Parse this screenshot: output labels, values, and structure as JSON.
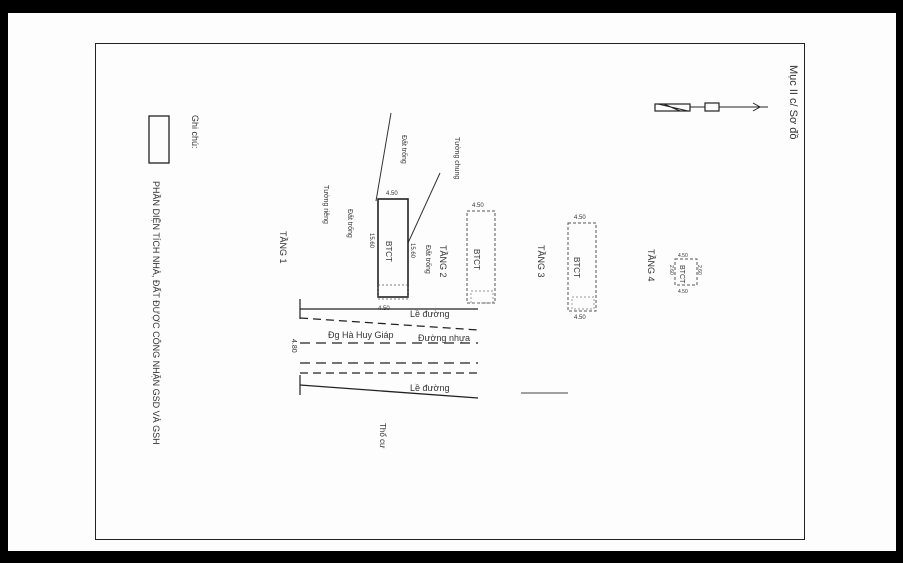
{
  "header": {
    "section": "Mục II c/ Sơ đồ"
  },
  "legend": {
    "title": "Ghi chú:",
    "description": "PHẦN DIỆN TÍCH NHÀ, ĐẤT ĐƯỢC CÔNG NHẬN GSD VÀ GSH"
  },
  "floors": [
    {
      "label": "TẦNG 1",
      "code": "BTCT"
    },
    {
      "label": "TẦNG 2",
      "code": "BTCT"
    },
    {
      "label": "TẦNG 3",
      "code": "BTCT"
    },
    {
      "label": "TẦNG 4",
      "code": "BTCT"
    }
  ],
  "annotations": {
    "dat_trong_1": "Đất trống",
    "tuong_rieng": "Tường riêng",
    "dat_trong_2": "Đất trống",
    "tuong_chung": "Tường chung",
    "dat_trong_3": "Đất trống"
  },
  "dimensions": {
    "width": "4.50",
    "length": "15.60",
    "t1_side": "15.60",
    "t4_len": "2.60",
    "t4_w": "4.50",
    "bottom": "4.50",
    "bottom2": "4.50",
    "t3_w": "4.50",
    "t3_bottom": "4.50",
    "t2_w": "4.50",
    "t4_small": "2.60"
  },
  "streets": {
    "sidewalk_top": "Lề đường",
    "street_name": "Đg Hà Huy Giáp",
    "asphalt": "Đường nhựa",
    "sidewalk_bottom": "Lề đường",
    "road_width": "4.80",
    "other": "Thổ cư"
  }
}
